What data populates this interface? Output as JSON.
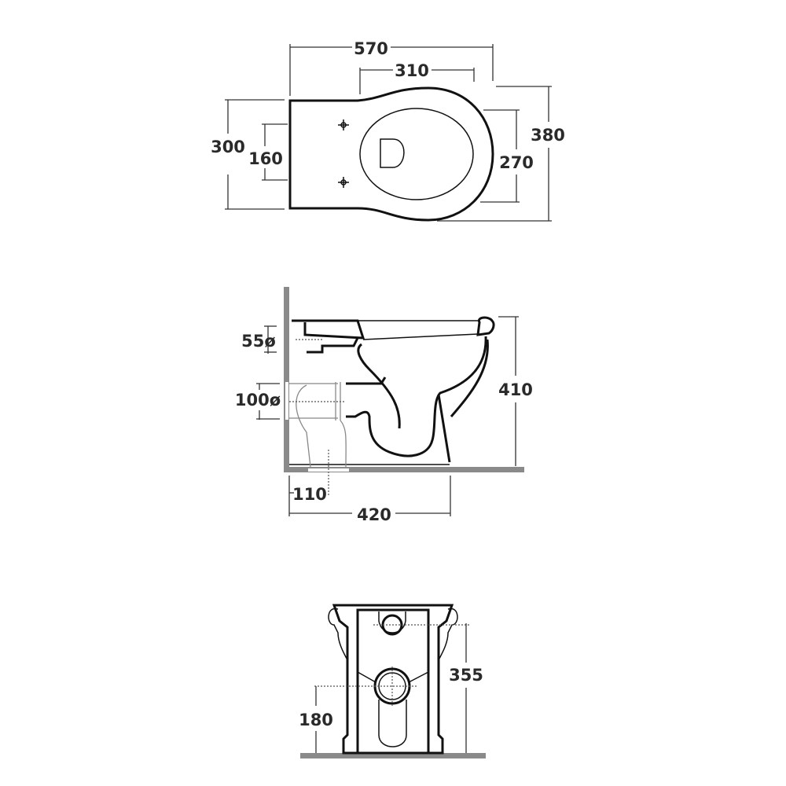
{
  "top_view": {
    "dimensions": {
      "overall_length": "570",
      "bowl_length": "310",
      "back_width": "300",
      "fixing_holes": "160",
      "bowl_width": "270",
      "overall_width": "380"
    }
  },
  "side_view": {
    "dimensions": {
      "inlet_diameter": "55ø",
      "outlet_diameter": "100ø",
      "floor_outlet": "110",
      "depth": "420",
      "height": "410"
    }
  },
  "front_view": {
    "dimensions": {
      "inlet_height": "355",
      "outlet_height": "180"
    }
  },
  "colors": {
    "wall_floor": "#8a8a8a",
    "outline": "#111111",
    "text": "#2a2a2a"
  }
}
